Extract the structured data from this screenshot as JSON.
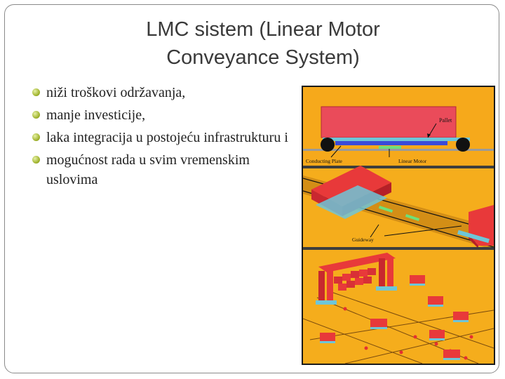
{
  "slide": {
    "title_line1": "LMC sistem (Linear Motor",
    "title_line2": "Conveyance System)",
    "bullets": [
      "niži troškovi održavanja,",
      "manje investicije,",
      "laka integracija u postojeću infrastrukturu i",
      "mogućnost rada u svim vremenskim uslovima"
    ]
  },
  "figure": {
    "labels": {
      "pallet": "Pallet",
      "conducting_plate": "Conducting Plate",
      "linear_motor": "Linear Motor",
      "guideway": "Guideway"
    }
  },
  "colors": {
    "frame": "#8a8a8a",
    "title": "#3a3a3a",
    "bullet_dot": "#9fb22b",
    "ground": "#f5ad1c",
    "vehicle": "#e8393a",
    "rail": "#6ec6d8"
  }
}
